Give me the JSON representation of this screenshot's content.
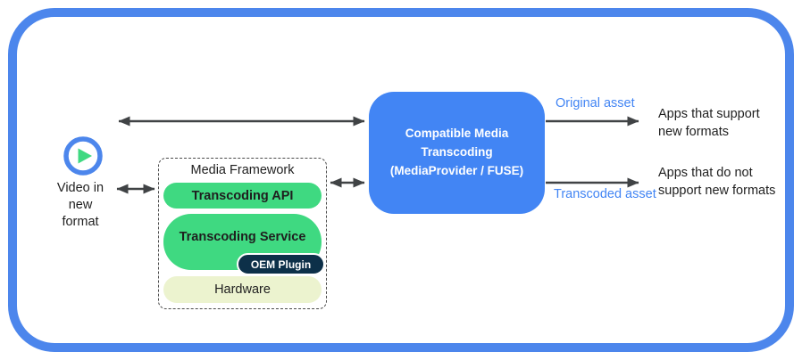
{
  "colors": {
    "border_blue": "#4c86ec",
    "box_blue": "#4285f4",
    "green": "#3fd981",
    "hardware_bg": "#ecf3cf",
    "oem_bg": "#0d3049",
    "arrow": "#404345",
    "label_blue": "#4285f4",
    "text": "#1f1f1f"
  },
  "source": {
    "icon": "play-icon",
    "label": "Video in\nnew\nformat"
  },
  "media_framework": {
    "title": "Media Framework",
    "layers": {
      "api": "Transcoding API",
      "service": "Transcoding Service",
      "oem_plugin": "OEM Plugin",
      "hardware": "Hardware"
    }
  },
  "transcoding_box": {
    "label": "Compatible Media\nTranscoding\n(MediaProvider / FUSE)"
  },
  "outputs": {
    "original": {
      "arrow_label": "Original asset",
      "target": "Apps that support\nnew formats"
    },
    "transcoded": {
      "arrow_label": "Transcoded asset",
      "target": "Apps that do not\nsupport new formats"
    }
  }
}
